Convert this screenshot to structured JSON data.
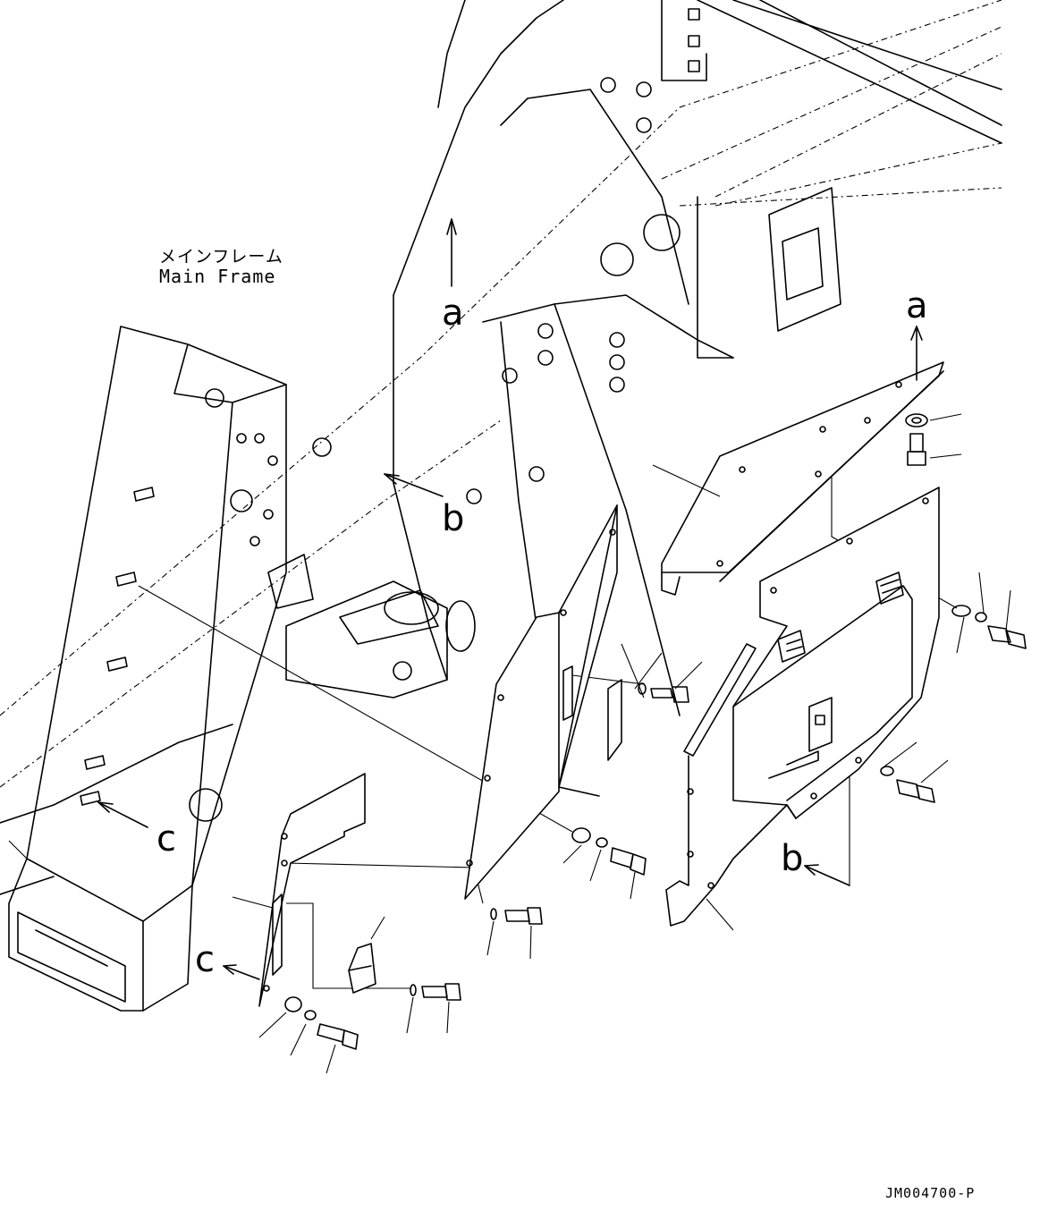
{
  "labels": {
    "main_frame_jp": "メインフレーム",
    "main_frame_en": "Main Frame",
    "drawing_code": "JM004700-P"
  },
  "reference_letters": {
    "a_frame": "a",
    "a_part": "a",
    "b_frame": "b",
    "b_part": "b",
    "c_frame": "c",
    "c_part": "c"
  },
  "colors": {
    "line": "#000000",
    "background": "#ffffff"
  }
}
